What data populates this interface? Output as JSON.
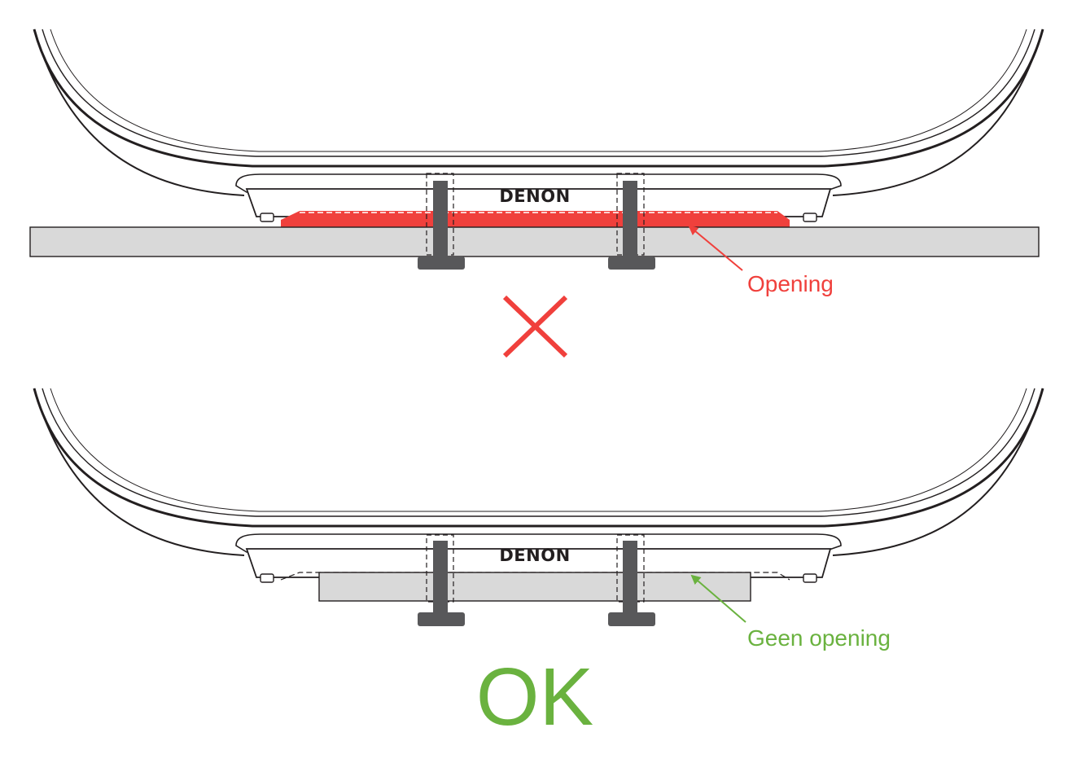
{
  "top_panel": {
    "brand": "DENON",
    "callout": "Opening",
    "verdict_icon": "x-mark-icon"
  },
  "bottom_panel": {
    "brand": "DENON",
    "callout": "Geen opening",
    "verdict": "OK"
  },
  "colors": {
    "bad": "#f0403c",
    "good": "#6ab23f",
    "bolt": "#58585a",
    "shelf": "#d9d9d9",
    "outline": "#231f20"
  }
}
